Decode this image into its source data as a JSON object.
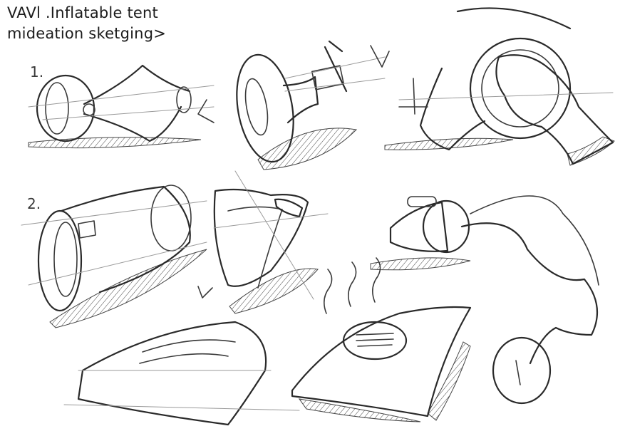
{
  "title": {
    "line1": "VAVl .Inflatable tent",
    "line2": "mideation sketging>"
  },
  "labels": {
    "row1_number": "1.",
    "row2_number": "2."
  },
  "colors": {
    "background": "#ffffff",
    "ink": "#2a2a2a",
    "construction": "#9a9a9a"
  }
}
